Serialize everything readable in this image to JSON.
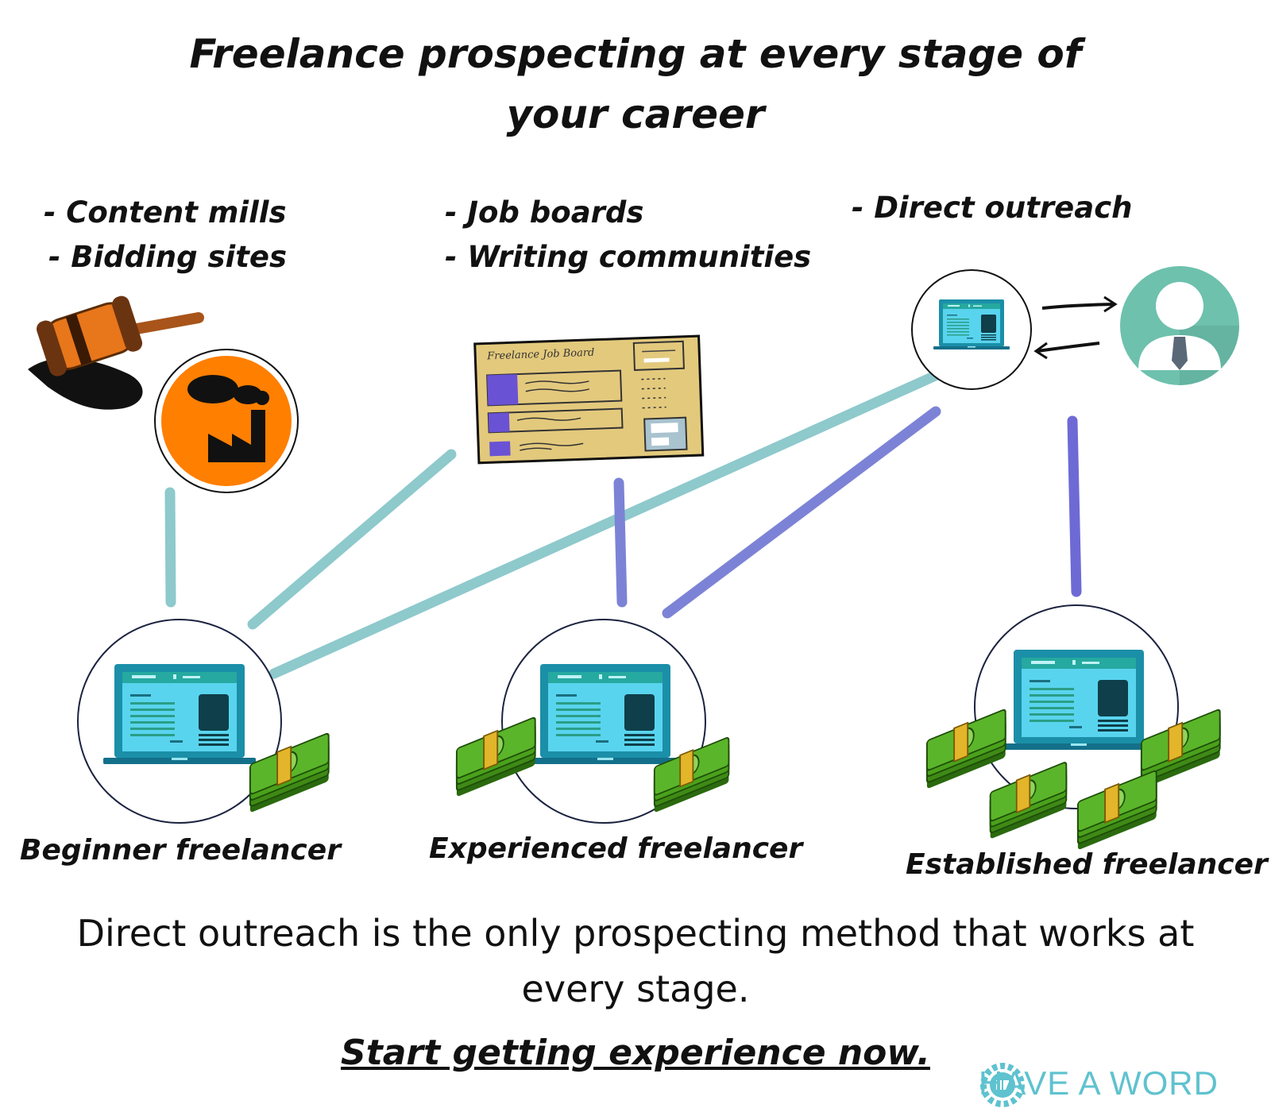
{
  "title": {
    "line1": "Freelance prospecting at every stage of",
    "line2": "your career"
  },
  "sources": {
    "beginner": [
      "- Content mills",
      "- Bidding sites"
    ],
    "experienced": [
      "- Job boards",
      "- Writing communities"
    ],
    "established": [
      "- Direct outreach"
    ]
  },
  "job_board_card": {
    "label": "Freelance   Job   Board"
  },
  "stages": {
    "beginner": "Beginner freelancer",
    "experienced": "Experienced freelancer",
    "established": "Established freelancer"
  },
  "footer": {
    "line1": "Direct outreach is the only prospecting method that works at",
    "line2": "every stage.",
    "cta": "Start getting experience now."
  },
  "brand": {
    "name": "HAVE A WORD"
  },
  "colors": {
    "teal_line": "#8ec9cc",
    "purple_line": "#7c83d6",
    "orange": "#ff7f00",
    "laptop_blue": "#1b8fa8",
    "screen": "#59d4ee",
    "money_green": "#3f8a16",
    "brand": "#5fc2cf"
  },
  "icons": [
    "gavel-icon",
    "content-mill-icon",
    "job-board-icon",
    "laptop-icon",
    "client-avatar-icon",
    "money-stack-icon",
    "brand-logo-icon"
  ]
}
